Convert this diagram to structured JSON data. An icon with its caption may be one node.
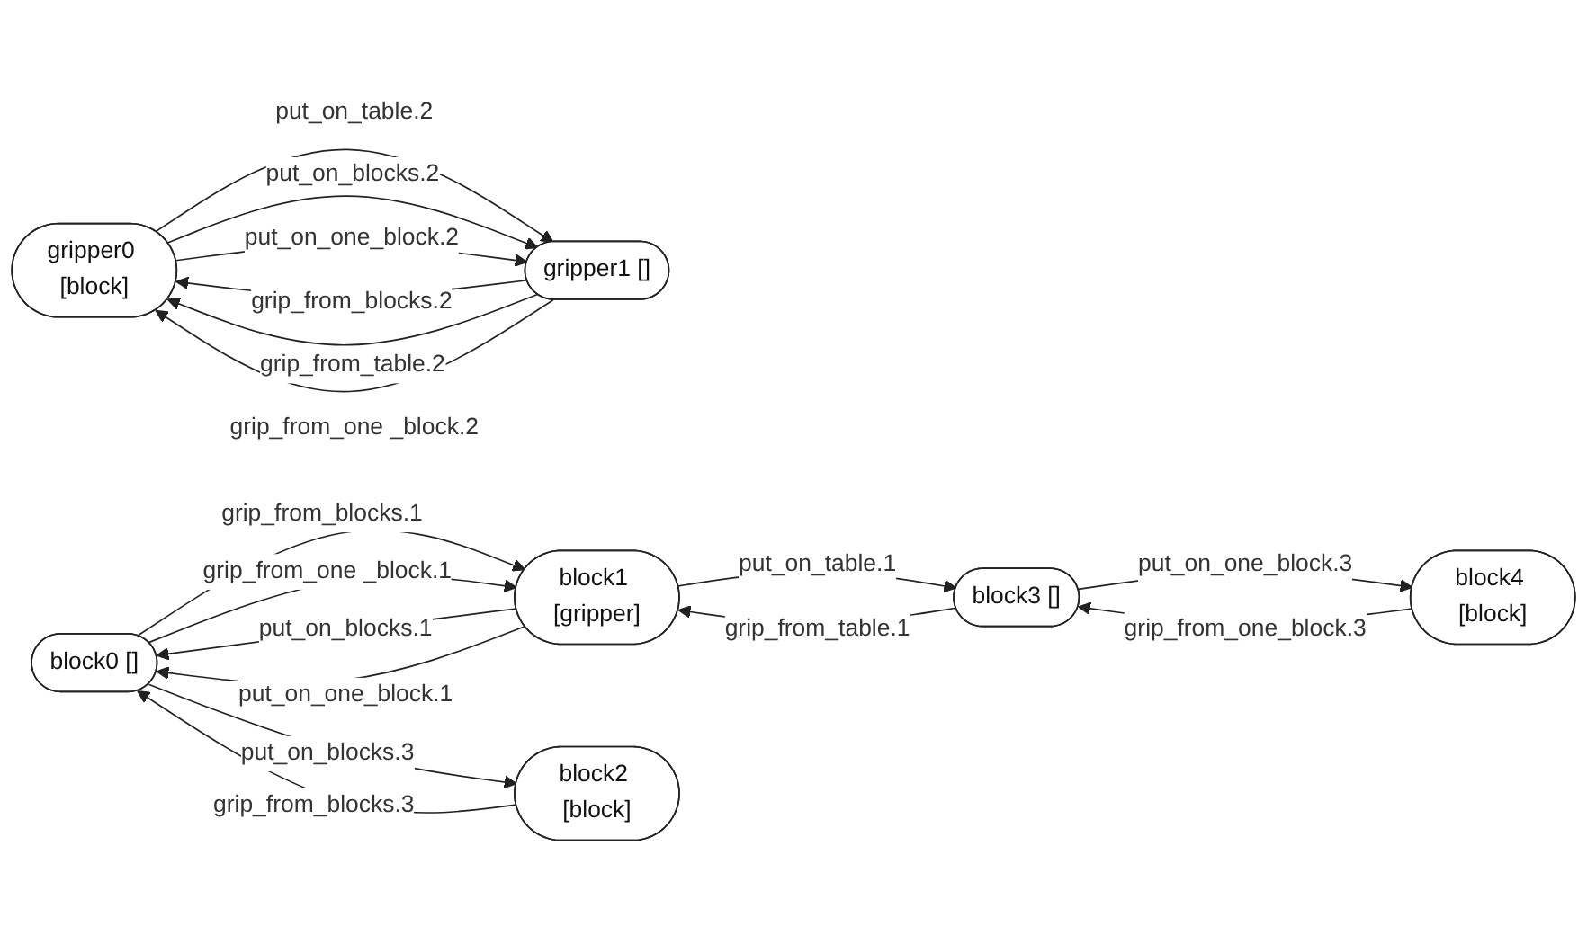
{
  "diagram": {
    "nodes": [
      {
        "text": [
          "gripper0 [block]"
        ]
      },
      {
        "text": [
          "gripper1 []"
        ]
      },
      {
        "text": [
          "block0 []"
        ]
      },
      {
        "text": [
          "block1 [gripper]"
        ]
      },
      {
        "text": [
          "block3 []"
        ]
      },
      {
        "text": [
          "block4 [block]"
        ]
      },
      {
        "text": [
          "block2 [block]"
        ]
      }
    ],
    "edges": [
      {
        "from": 0,
        "to": 1,
        "arrow": "to",
        "label": "put_on_table.2"
      },
      {
        "from": 0,
        "to": 1,
        "arrow": "to",
        "label": "put_on_blocks.2"
      },
      {
        "from": 0,
        "to": 1,
        "arrow": "to",
        "label": "put_on_one_block.2"
      },
      {
        "from": 1,
        "to": 0,
        "arrow": "to",
        "label": "grip_from_blocks.2"
      },
      {
        "from": 1,
        "to": 0,
        "arrow": "to",
        "label": "grip_from_table.2"
      },
      {
        "from": 1,
        "to": 0,
        "arrow": "to",
        "label": "grip_from_one _block.2"
      },
      {
        "from": 2,
        "to": 3,
        "arrow": "to",
        "label": "grip_from_blocks.1"
      },
      {
        "from": 2,
        "to": 3,
        "arrow": "to",
        "label": "grip_from_one _block.1"
      },
      {
        "from": 3,
        "to": 2,
        "arrow": "to",
        "label": "put_on_blocks.1"
      },
      {
        "from": 3,
        "to": 2,
        "arrow": "to",
        "label": "put_on_one_block.1"
      },
      {
        "from": 3,
        "to": 4,
        "arrow": "to",
        "label": "put_on_table.1"
      },
      {
        "from": 4,
        "to": 3,
        "arrow": "to",
        "label": "grip_from_table.1"
      },
      {
        "from": 4,
        "to": 5,
        "arrow": "to",
        "label": "put_on_one_block.3"
      },
      {
        "from": 5,
        "to": 4,
        "arrow": "to",
        "label": "grip_from_one_block.3"
      },
      {
        "from": 2,
        "to": 6,
        "arrow": "to",
        "label": "put_on_blocks.3"
      },
      {
        "from": 6,
        "to": 2,
        "arrow": "to",
        "label": "grip_from_blocks.3"
      }
    ]
  }
}
